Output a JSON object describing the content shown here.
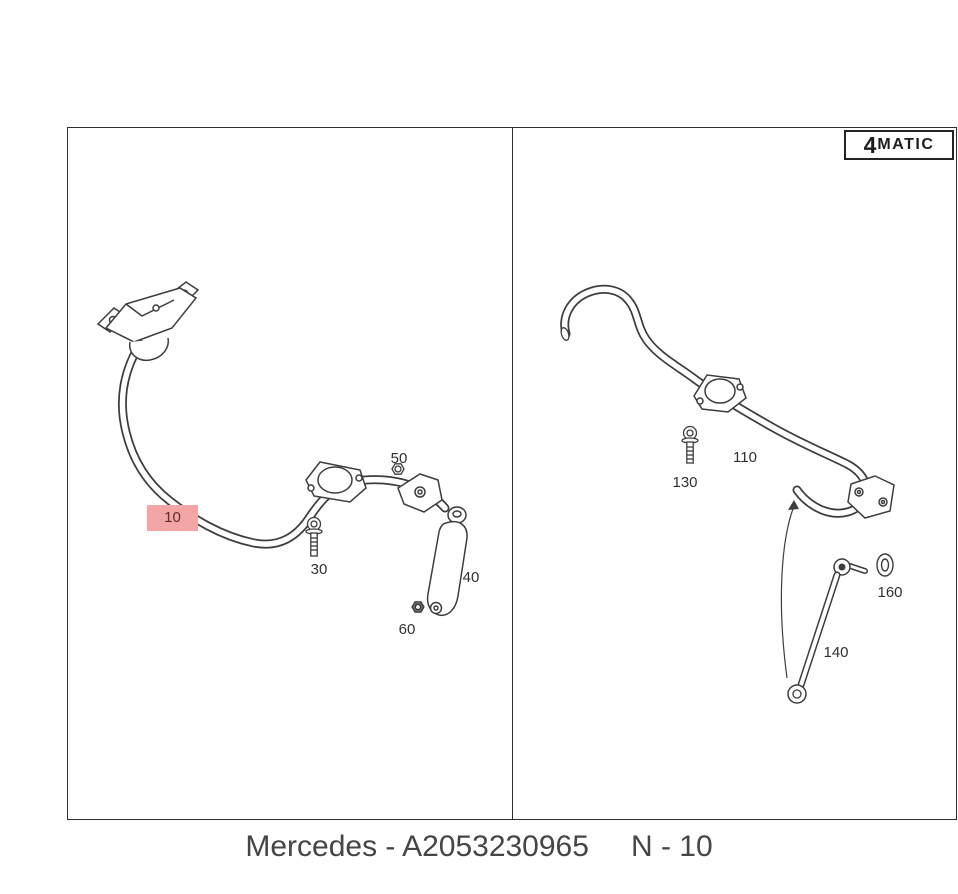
{
  "badge": {
    "four": "4",
    "matic": "MATIC"
  },
  "caption": {
    "brand_part": "Mercedes - A2053230965",
    "note": "N - 10"
  },
  "labels": {
    "p10": "10",
    "p30": "30",
    "p40": "40",
    "p50": "50",
    "p60": "60",
    "p110": "110",
    "p130": "130",
    "p140": "140",
    "p160": "160"
  },
  "colors": {
    "highlight_bg": "#f3a5a5",
    "highlight_text": "#5c2d2d",
    "line": "#3d3d3d",
    "frame": "#2e2e2e",
    "caption_text": "#454545"
  }
}
